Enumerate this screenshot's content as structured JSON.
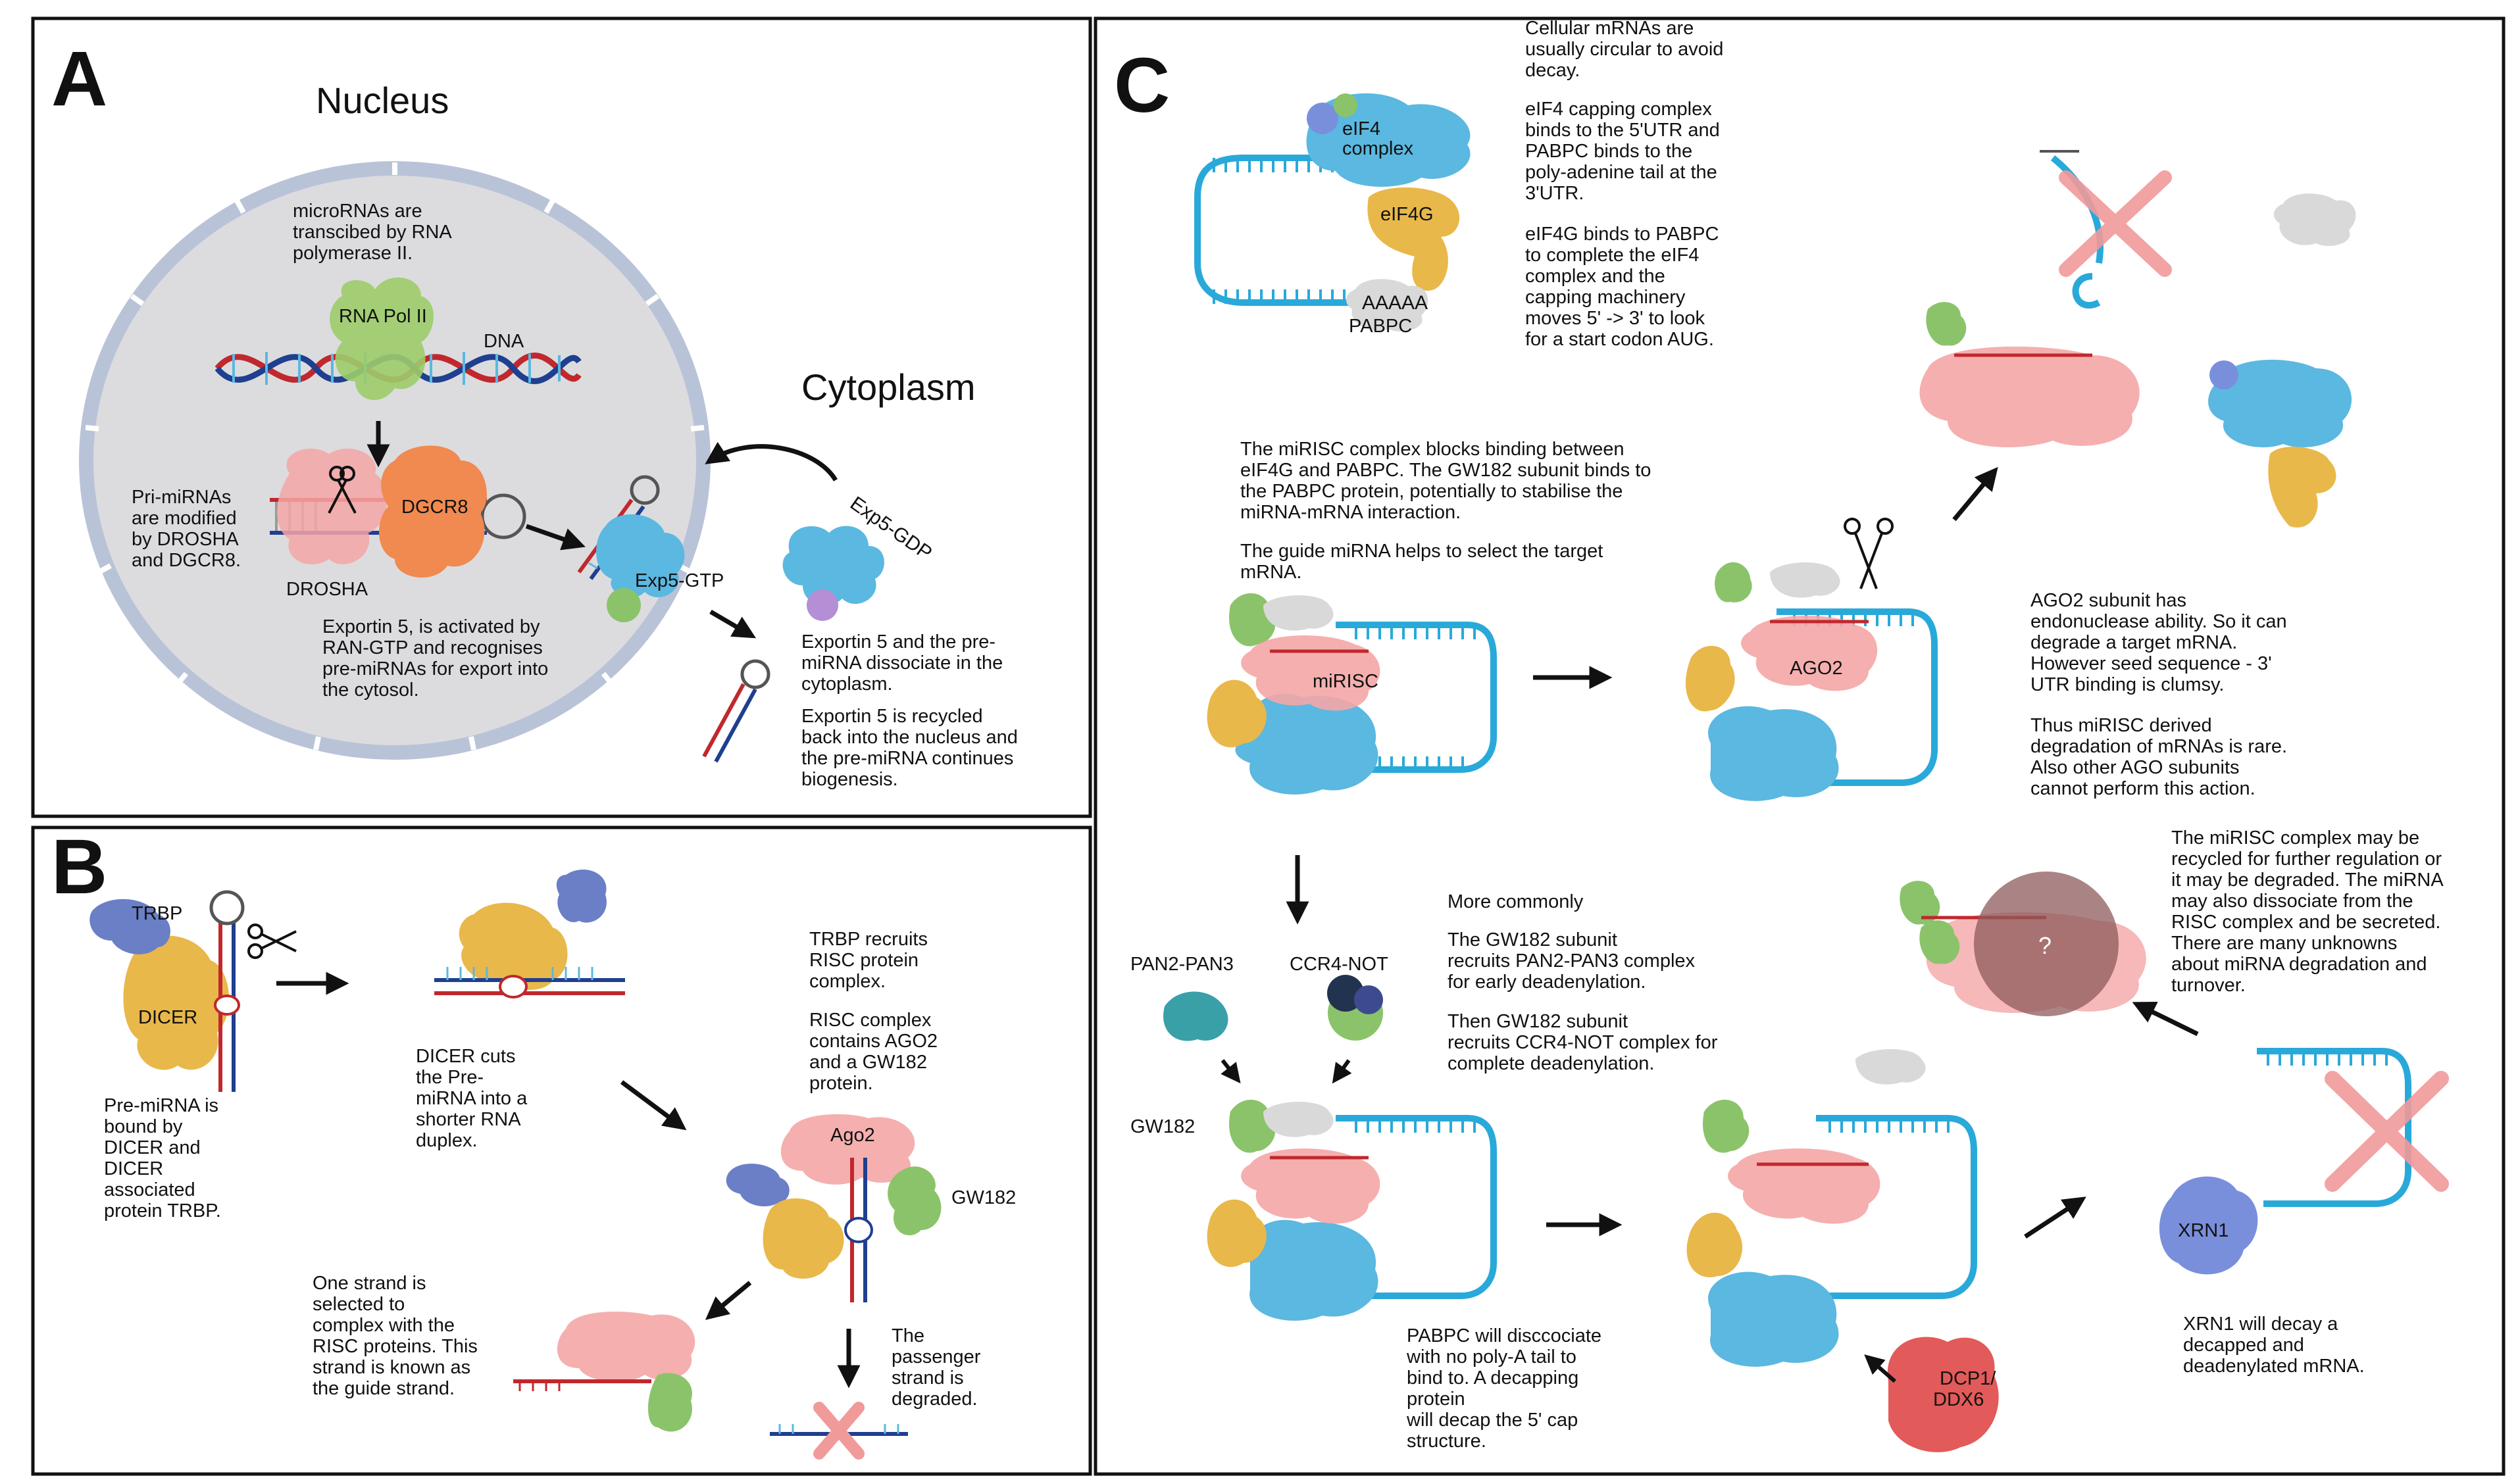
{
  "panel_a": {
    "letter": "A",
    "nucleus_title": "Nucleus",
    "cytoplasm_title": "Cytoplasm",
    "transcription_text": [
      "microRNAs are",
      "transcibed by RNA",
      "polymerase II."
    ],
    "rna_pol_label": "RNA Pol II",
    "dna_label": "DNA",
    "pri_mirna_text": [
      "Pri-miRNAs",
      "are modified",
      "by DROSHA",
      "and DGCR8."
    ],
    "drosha_label": "DROSHA",
    "dgcr8_label": "DGCR8",
    "exp5gtp_label": "Exp5-GTP",
    "exp5gdp_label": "Exp5-GDP",
    "exportin_text": [
      "Exportin 5, is activated by",
      "RAN-GTP and recognises",
      "pre-miRNAs for export into",
      "the cytosol."
    ],
    "dissociate_text": [
      "Exportin 5 and the pre-",
      "miRNA dissociate in the",
      "cytoplasm."
    ],
    "recycle_text": [
      "Exportin 5 is recycled",
      "back into the nucleus and",
      "the pre-miRNA continues",
      "biogenesis."
    ]
  },
  "panel_b": {
    "letter": "B",
    "trbp_label": "TRBP",
    "dicer_label": "DICER",
    "bound_text": [
      "Pre-miRNA is",
      "bound by",
      "DICER and",
      "DICER",
      "associated",
      "protein TRBP."
    ],
    "cuts_text": [
      "DICER cuts",
      "the Pre-",
      "miRNA into a",
      "shorter RNA",
      "duplex."
    ],
    "recruit_text": [
      "TRBP recruits",
      "RISC protein",
      "complex."
    ],
    "risc_text": [
      "RISC complex",
      "contains AGO2",
      "and a GW182",
      "protein."
    ],
    "ago2_label": "Ago2",
    "gw182_label": "GW182",
    "guide_text": [
      "One strand is",
      "selected to",
      "complex with the",
      "RISC proteins. This",
      "strand is known as",
      "the guide strand."
    ],
    "passenger_text": [
      "The",
      "passenger",
      "strand is",
      "degraded."
    ]
  },
  "panel_c": {
    "letter": "C",
    "eif4_complex_label": [
      "eIF4",
      "complex"
    ],
    "eif4g_label": "eIF4G",
    "pabpc_label": "PABPC",
    "polya_label": "AAAAA",
    "circular_text": [
      "Cellular mRNAs are",
      "usually circular to avoid",
      "decay."
    ],
    "capping_text": [
      "eIF4 capping complex",
      "binds to the 5'UTR and",
      "PABPC binds to the",
      "poly-adenine tail at the",
      "3'UTR."
    ],
    "eif4g_text": [
      "eIF4G binds to PABPC",
      "to complete the eIF4",
      "complex and the",
      "capping machinery",
      "moves 5' -> 3' to look",
      "for a start codon AUG."
    ],
    "mirisc_block_text": [
      "The miRISC complex blocks binding between",
      "eIF4G and PABPC. The GW182 subunit binds to",
      "the PABPC protein, potentially to stabilise the",
      "miRNA-mRNA interaction."
    ],
    "guide_select_text": [
      "The guide miRNA helps to select the target",
      "mRNA."
    ],
    "mirisc_label": "miRISC",
    "ago2_label": "AGO2",
    "ago2_text": [
      "AGO2 subunit has",
      "endonuclease ability. So it can",
      "degrade a target mRNA.",
      "However seed sequence - 3'",
      "UTR binding is clumsy."
    ],
    "rare_text": [
      "Thus miRISC derived",
      "degradation of mRNAs is rare.",
      "Also other AGO subunits",
      "cannot perform this action."
    ],
    "more_commonly_text": "More commonly",
    "pan2_text": [
      "The GW182 subunit",
      "recruits PAN2-PAN3 complex",
      "for early deadenylation."
    ],
    "ccr4_text": [
      "Then GW182 subunit",
      "recruits CCR4-NOT complex for",
      "complete deadenylation."
    ],
    "pan2_label": "PAN2-PAN3",
    "ccr4_label": "CCR4-NOT",
    "gw182_label": "GW182",
    "pabpc_dissociate_text": [
      "PABPC will disccociate",
      "with no poly-A tail to",
      "bind to. A decapping",
      "protein",
      "will decap the 5' cap",
      "structure."
    ],
    "dcp1_label": [
      "DCP1/",
      "DDX6"
    ],
    "xrn1_label": "XRN1",
    "xrn1_text": [
      "XRN1 will decay a",
      "decapped and",
      "deadenylated mRNA."
    ],
    "recycled_text": [
      "The miRISC complex may be",
      "recycled for further regulation or",
      "it may be degraded. The miRNA",
      "may also dissociate from the",
      "RISC complex and be secreted.",
      "There are many unknowns",
      "about miRNA degradation and",
      "turnover."
    ],
    "question_mark": "?"
  },
  "colors": {
    "ago_pink": "#f4a6a6",
    "exportin_blue": "#5bb8e0",
    "dicer_yellow": "#e8b84a",
    "gw182_green": "#8bc36a",
    "trbp_purple": "#6b7fc7",
    "dgcr8_orange": "#f08a50",
    "mrna_cyan": "#29a9d9",
    "mirna_red": "#c0282d",
    "pabpc_grey": "#d9d9d9",
    "nucleus_grey": "#dcdcdf",
    "membrane_blue": "#b9c3d8",
    "dcp1_red": "#e25a5a",
    "xrn1_blue": "#7a8fdc"
  }
}
